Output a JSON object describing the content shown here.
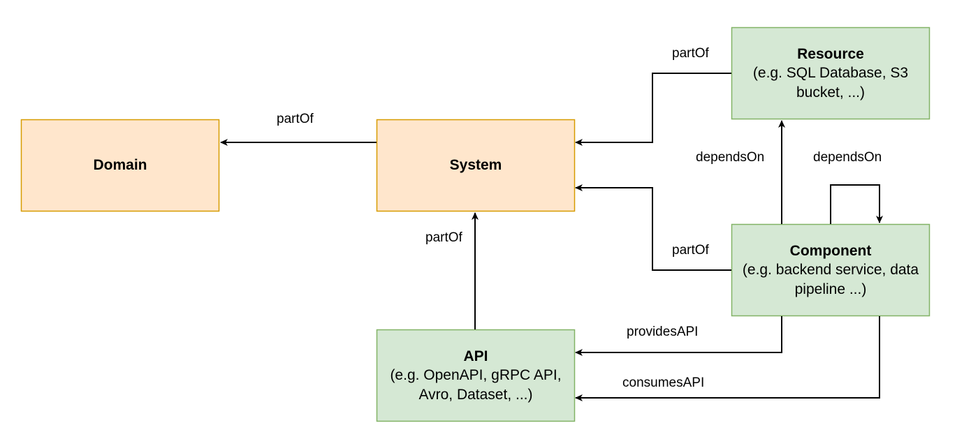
{
  "colors": {
    "orange_fill": "#ffe6cc",
    "orange_stroke": "#d79b00",
    "green_fill": "#d5e8d4",
    "green_stroke": "#82b366",
    "edge": "#000000"
  },
  "nodes": {
    "resource": {
      "title": "Resource",
      "desc": "(e.g. SQL Database, S3 bucket, ...)"
    },
    "domain": {
      "title": "Domain",
      "desc": ""
    },
    "system": {
      "title": "System",
      "desc": ""
    },
    "component": {
      "title": "Component",
      "desc": "(e.g. backend service, data pipeline ...)"
    },
    "api": {
      "title": "API",
      "desc": "(e.g. OpenAPI, gRPC API, Avro, Dataset, ...)"
    }
  },
  "edges": {
    "resource_to_system": {
      "label": "partOf"
    },
    "system_to_domain": {
      "label": "partOf"
    },
    "component_to_resource": {
      "label": "dependsOn"
    },
    "component_self": {
      "label": "dependsOn"
    },
    "api_to_system": {
      "label": "partOf"
    },
    "component_to_system": {
      "label": "partOf"
    },
    "component_provides_api": {
      "label": "providesAPI"
    },
    "component_consumes_api": {
      "label": "consumesAPI"
    }
  }
}
